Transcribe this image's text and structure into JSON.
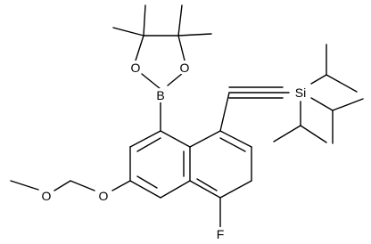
{
  "diagram": {
    "kind": "skeletal chemical structure",
    "line_color": "#000000",
    "background": "#ffffff",
    "atom_labels": {
      "boron": "B",
      "ring_oxygen_left": "O",
      "ring_oxygen_right": "O",
      "silicon": "Si",
      "ether_oxygen_ring": "O",
      "ether_oxygen_methyl": "O",
      "fluorine": "F"
    }
  }
}
